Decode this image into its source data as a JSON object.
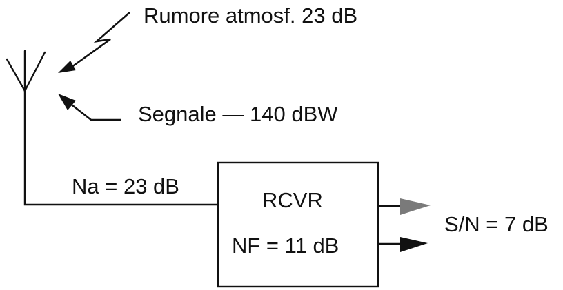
{
  "labels": {
    "noise": "Rumore atmosf. 23 dB",
    "signal": "Segnale — 140 dBW",
    "antenna_noise": "Na = 23 dB",
    "receiver": "RCVR",
    "noise_figure": "NF = 11 dB",
    "snr": "S/N = 7 dB"
  },
  "colors": {
    "line": "#111111",
    "arrow_gray": "#7a7a7a"
  }
}
